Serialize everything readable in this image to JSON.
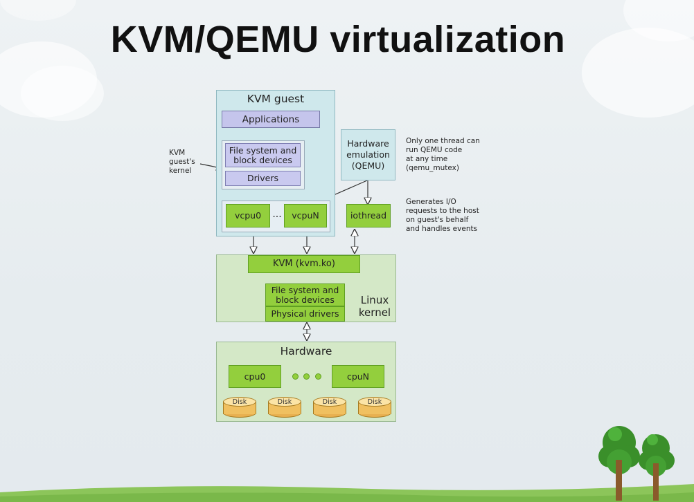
{
  "slide": {
    "title": "KVM/QEMU virtualization"
  },
  "diagram": {
    "kvm_guest": {
      "label": "KVM guest",
      "applications": "Applications",
      "guest_fs": "File system and block devices",
      "guest_drivers": "Drivers",
      "vcpu0": "vcpu0",
      "ellipsis": "...",
      "vcpuN": "vcpuN",
      "kernel_label": "KVM\nguest's\nkernel"
    },
    "hw_emulation": "Hardware emulation (QEMU)",
    "iothread": "iothread",
    "notes": {
      "mutex": "Only one thread can\nrun QEMU code\nat any time\n(qemu_mutex)",
      "io": "Generates I/O\nrequests to the host\non guest's behalf\nand handles events"
    },
    "linux_kernel": {
      "label": "Linux kernel",
      "kvm_module": "KVM (kvm.ko)",
      "host_fs": "File system and block devices",
      "physical_drivers": "Physical drivers"
    },
    "hardware": {
      "label": "Hardware",
      "cpu0": "cpu0",
      "cpuN": "cpuN",
      "disks": [
        "Disk",
        "Disk",
        "Disk",
        "Disk"
      ]
    }
  },
  "colors": {
    "guest_panel": "#cfe8ec",
    "kernel_panel": "#d4e8c7",
    "green_block": "#93cf3d",
    "lavender_block": "#c9c9ef",
    "disk": "#f0c060"
  }
}
